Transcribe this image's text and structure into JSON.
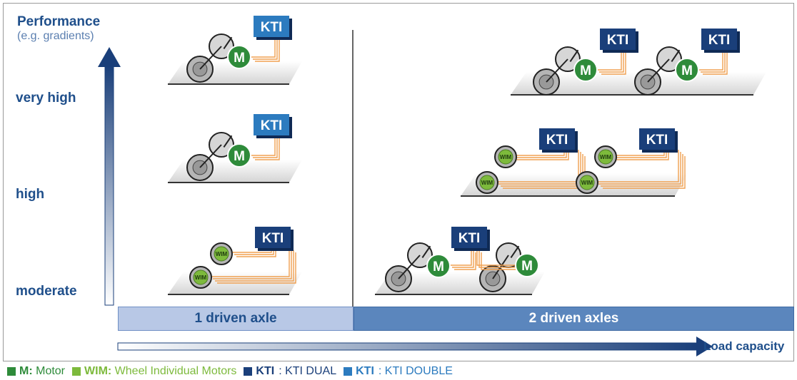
{
  "y_axis": {
    "title": "Performance",
    "subtitle": "(e.g. gradients)",
    "levels": [
      "very high",
      "high",
      "moderate"
    ]
  },
  "x_axis": {
    "label": "Load capacity",
    "bands": [
      "1 driven axle",
      "2 driven axles"
    ]
  },
  "configs": {
    "c1": {
      "kti": "KTI",
      "drive": "M"
    },
    "c2": {
      "kti": "KTI",
      "drive": "M"
    },
    "c3": {
      "kti": "KTI",
      "drive": "WIM"
    },
    "c4": {
      "kti": "KTI",
      "drive": "M"
    },
    "c5": {
      "kti": "KTI",
      "drive": "WIM"
    },
    "c6": {
      "kti": "KTI",
      "drive": "M"
    }
  },
  "legend": {
    "motor_key": "M:",
    "motor_label": "Motor",
    "wim_key": "WIM:",
    "wim_label": "Wheel Individual Motors",
    "dual_key": "KTI",
    "dual_label": ": KTI DUAL",
    "double_key": "KTI",
    "double_label": ": KTI DOUBLE"
  },
  "colors": {
    "dark_blue": "#1a3f7a",
    "light_blue": "#2c7bbf",
    "motor_green": "#2e8b3a",
    "wim_green": "#7dba3c",
    "cable_orange": "#f0a050"
  }
}
